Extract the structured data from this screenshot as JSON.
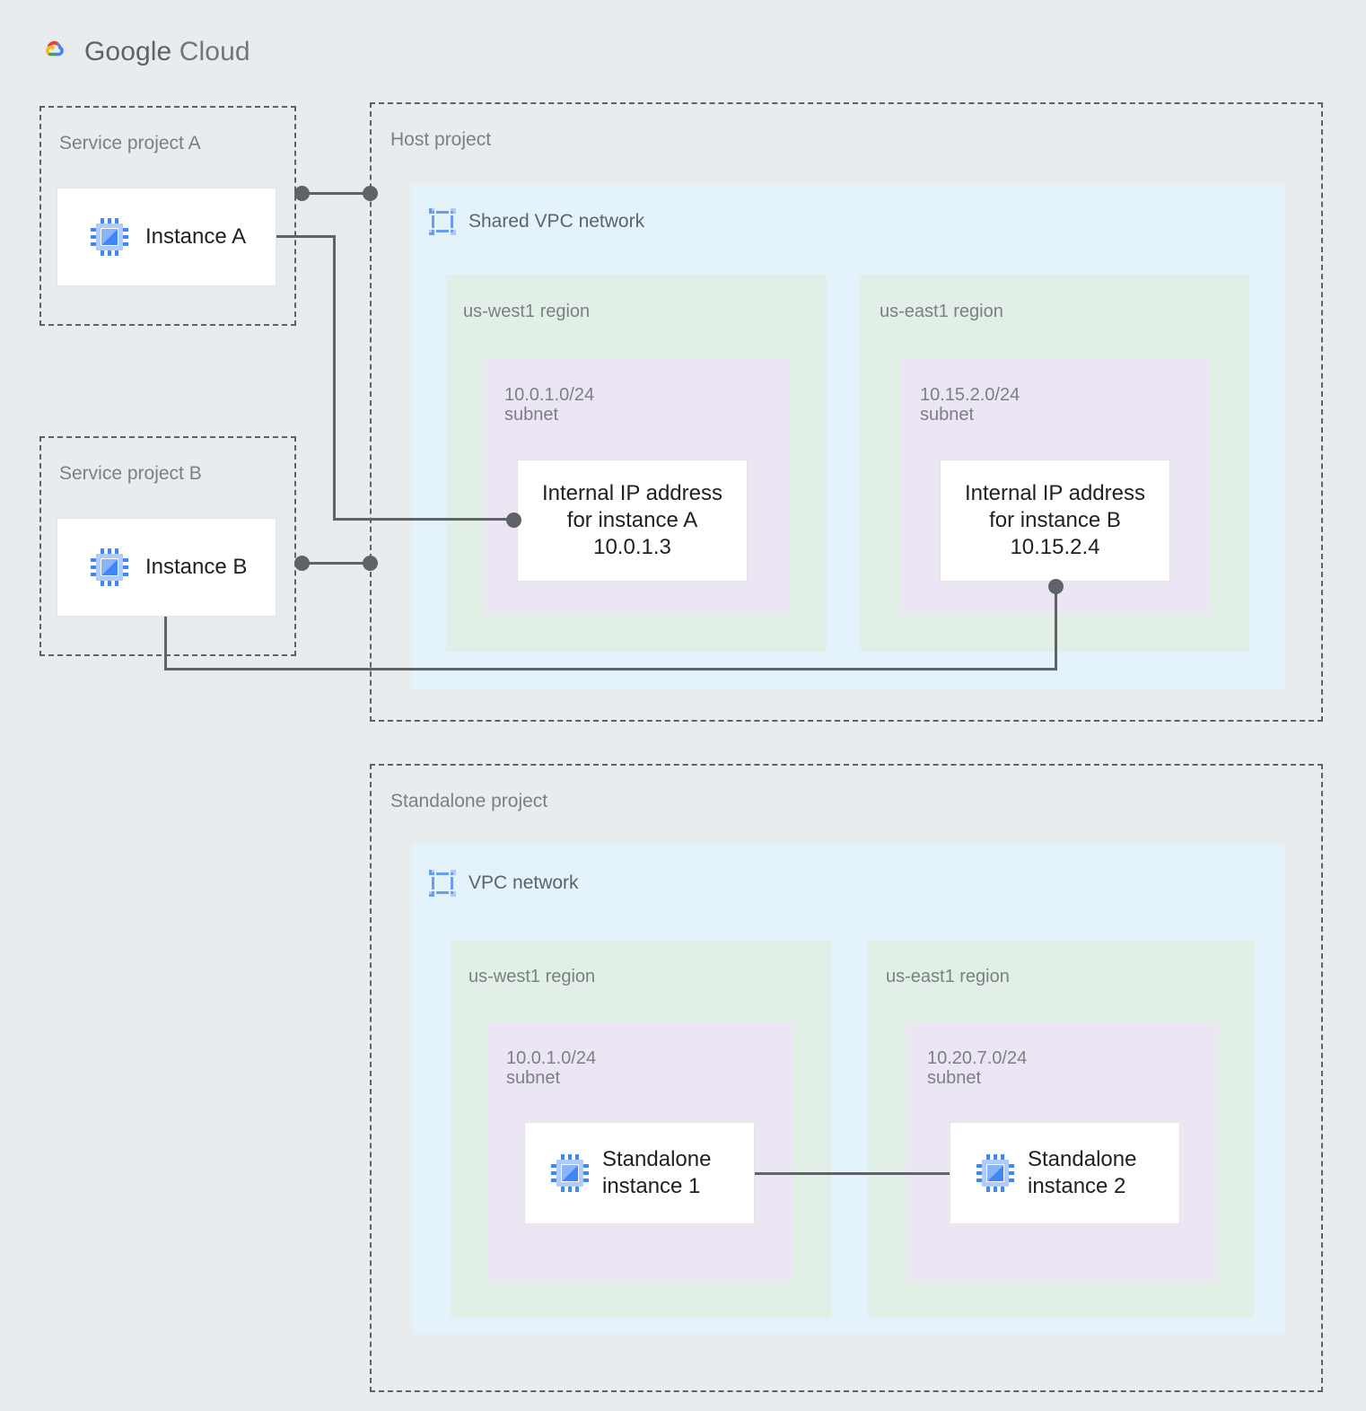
{
  "brand": {
    "name_google": "Google",
    "name_cloud": " Cloud",
    "logo_colors": {
      "red": "#EA4335",
      "blue": "#4285F4",
      "yellow": "#FBBC05",
      "green": "#34A853"
    },
    "text_color": "#757575"
  },
  "palette": {
    "page_background": "#e8ecee",
    "vpc_fill": "#e3f2fb",
    "region_fill": "#e2efe7",
    "subnet_fill": "#ece6f4",
    "card_fill": "#ffffff",
    "dashed_border": "#616161",
    "connector": "#5f6368",
    "label_text": "#7a8085",
    "card_text": "#202124",
    "icon_blue": "#4285f4",
    "icon_blue_light": "#aecbfa"
  },
  "projects": {
    "service_a": {
      "label": "Service project A",
      "instance": {
        "name": "Instance A",
        "icon": "vm-instance-icon"
      }
    },
    "service_b": {
      "label": "Service project B",
      "instance": {
        "name": "Instance B",
        "icon": "vm-instance-icon"
      }
    },
    "host": {
      "label": "Host project",
      "network": {
        "title": "Shared VPC network",
        "icon": "vpc-network-icon",
        "regions": [
          {
            "label": "us-west1 region",
            "subnet": {
              "label": "10.0.1.0/24\nsubnet",
              "cidr": "10.0.1.0/24",
              "card": {
                "text": "Internal IP address\nfor instance A\n10.0.1.3",
                "ip": "10.0.1.3",
                "for_instance": "instance A"
              }
            }
          },
          {
            "label": "us-east1 region",
            "subnet": {
              "label": "10.15.2.0/24\nsubnet",
              "cidr": "10.15.2.0/24",
              "card": {
                "text": "Internal IP address\nfor instance B\n10.15.2.4",
                "ip": "10.15.2.4",
                "for_instance": "instance B"
              }
            }
          }
        ]
      }
    },
    "standalone": {
      "label": "Standalone project",
      "network": {
        "title": "VPC network",
        "icon": "vpc-network-icon",
        "regions": [
          {
            "label": "us-west1 region",
            "subnet": {
              "label": "10.0.1.0/24\nsubnet",
              "cidr": "10.0.1.0/24",
              "card": {
                "text": "Standalone\ninstance 1",
                "icon": "vm-instance-icon"
              }
            }
          },
          {
            "label": "us-east1 region",
            "subnet": {
              "label": "10.20.7.0/24\nsubnet",
              "cidr": "10.20.7.0/24",
              "card": {
                "text": "Standalone\ninstance 2",
                "icon": "vm-instance-icon"
              }
            }
          }
        ]
      }
    }
  }
}
